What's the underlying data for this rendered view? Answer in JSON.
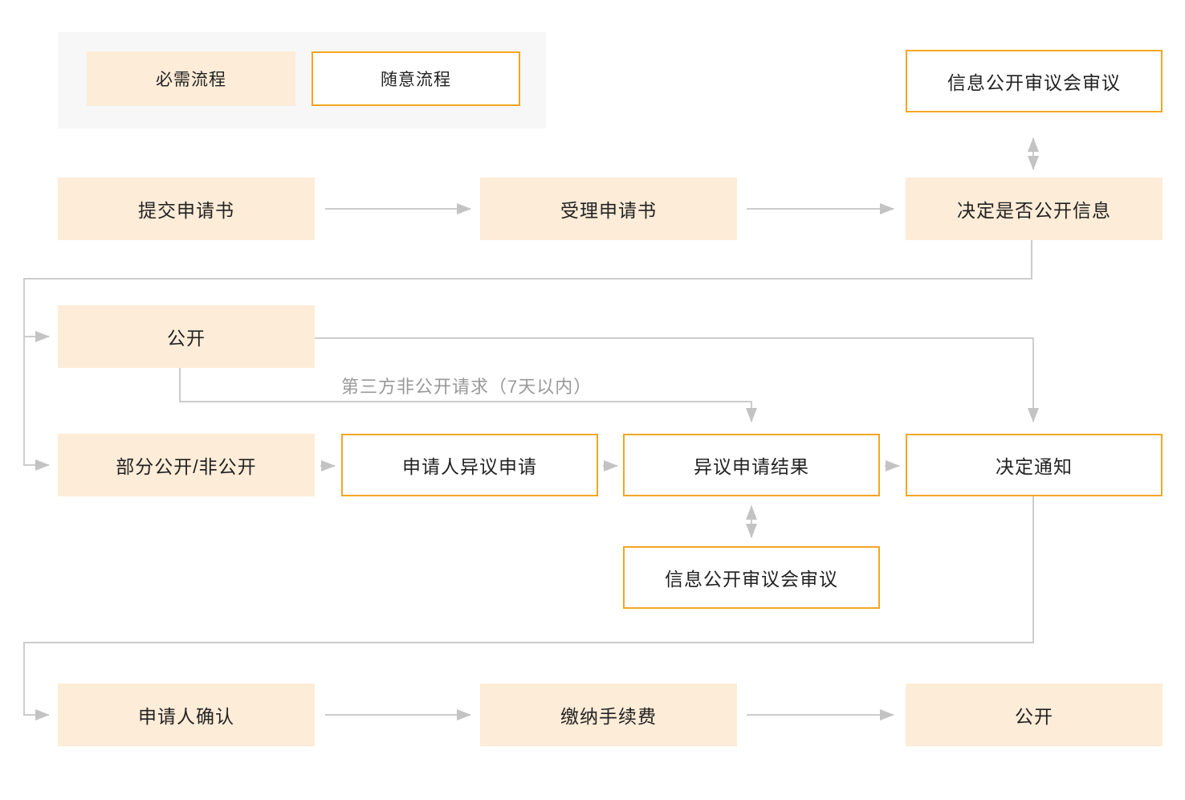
{
  "diagram": {
    "kind": "flowchart",
    "language": "zh-CN",
    "topic": "信息公开流程"
  },
  "legend": {
    "items": [
      {
        "label": "必需流程",
        "style": "required"
      },
      {
        "label": "随意流程",
        "style": "optional"
      }
    ]
  },
  "colors": {
    "required_fill": "#fdecd8",
    "optional_border": "#f5a623",
    "connector_line": "#cccccc",
    "arrow_head": "#c3c3c3",
    "legend_background": "#f7f7f7",
    "node_text": "#222222",
    "annotation_text": "#999999"
  },
  "nodes": {
    "review_top": {
      "label": "信息公开审议会审议",
      "style": "optional"
    },
    "submit": {
      "label": "提交申请书",
      "style": "required"
    },
    "accept": {
      "label": "受理申请书",
      "style": "required"
    },
    "decide": {
      "label": "决定是否公开信息",
      "style": "required"
    },
    "disclose": {
      "label": "公开",
      "style": "required"
    },
    "partial": {
      "label": "部分公开/非公开",
      "style": "required"
    },
    "objection_apply": {
      "label": "申请人异议申请",
      "style": "optional"
    },
    "objection_result": {
      "label": "异议申请结果",
      "style": "optional"
    },
    "decision_notice": {
      "label": "决定通知",
      "style": "optional"
    },
    "review_bottom": {
      "label": "信息公开审议会审议",
      "style": "optional"
    },
    "confirm": {
      "label": "申请人确认",
      "style": "required"
    },
    "pay_fee": {
      "label": "缴纳手续费",
      "style": "required"
    },
    "disclose_final": {
      "label": "公开",
      "style": "required"
    }
  },
  "annotations": {
    "third_party_request": "第三方非公开请求（7天以内）"
  },
  "edges": [
    {
      "from": "submit",
      "to": "accept",
      "type": "arrow"
    },
    {
      "from": "accept",
      "to": "decide",
      "type": "arrow"
    },
    {
      "from": "review_top",
      "to": "decide",
      "type": "double-arrow"
    },
    {
      "from": "decide",
      "to": "disclose",
      "type": "arrow"
    },
    {
      "from": "decide",
      "to": "partial",
      "type": "arrow"
    },
    {
      "from": "disclose",
      "to": "decision_notice",
      "type": "arrow"
    },
    {
      "from": "disclose",
      "to": "objection_result",
      "type": "arrow",
      "label": "第三方非公开请求（7天以内）"
    },
    {
      "from": "partial",
      "to": "objection_apply",
      "type": "arrow"
    },
    {
      "from": "objection_apply",
      "to": "objection_result",
      "type": "arrow"
    },
    {
      "from": "objection_result",
      "to": "decision_notice",
      "type": "arrow"
    },
    {
      "from": "objection_result",
      "to": "review_bottom",
      "type": "double-arrow"
    },
    {
      "from": "decision_notice",
      "to": "confirm",
      "type": "arrow"
    },
    {
      "from": "confirm",
      "to": "pay_fee",
      "type": "arrow"
    },
    {
      "from": "pay_fee",
      "to": "disclose_final",
      "type": "arrow"
    }
  ]
}
